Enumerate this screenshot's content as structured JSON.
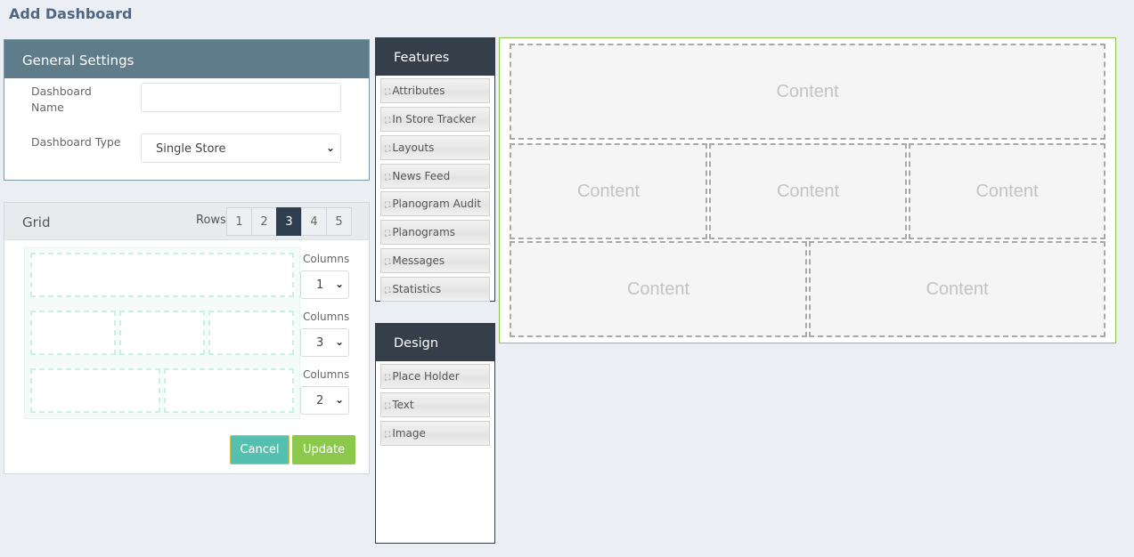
{
  "page": {
    "title": "Add Dashboard"
  },
  "general_settings": {
    "title": "General Settings",
    "name_label": "Dashboard\nName",
    "name_value": "",
    "type_label": "Dashboard Type",
    "type_value": "Single Store"
  },
  "grid": {
    "title": "Grid",
    "rows_label": "Rows",
    "row_options": [
      "1",
      "2",
      "3",
      "4",
      "5"
    ],
    "selected_rows": "3",
    "columns_label": "Columns",
    "row_columns": [
      "1",
      "3",
      "2"
    ]
  },
  "actions": {
    "cancel_label": "Cancel",
    "update_label": "Update"
  },
  "features": {
    "title": "Features",
    "items": [
      "Attributes",
      "In Store Tracker",
      "Layouts",
      "News Feed",
      "Planogram Audit",
      "Planograms",
      "Messages",
      "Statistics"
    ]
  },
  "design": {
    "title": "Design",
    "items": [
      "Place Holder",
      "Text",
      "Image"
    ]
  },
  "preview": {
    "placeholder": "Content"
  },
  "colors": {
    "header_bg": "#5f7c8b",
    "accent_green": "#8cc84b",
    "accent_teal": "#55c0b0",
    "dark": "#343f4a"
  }
}
